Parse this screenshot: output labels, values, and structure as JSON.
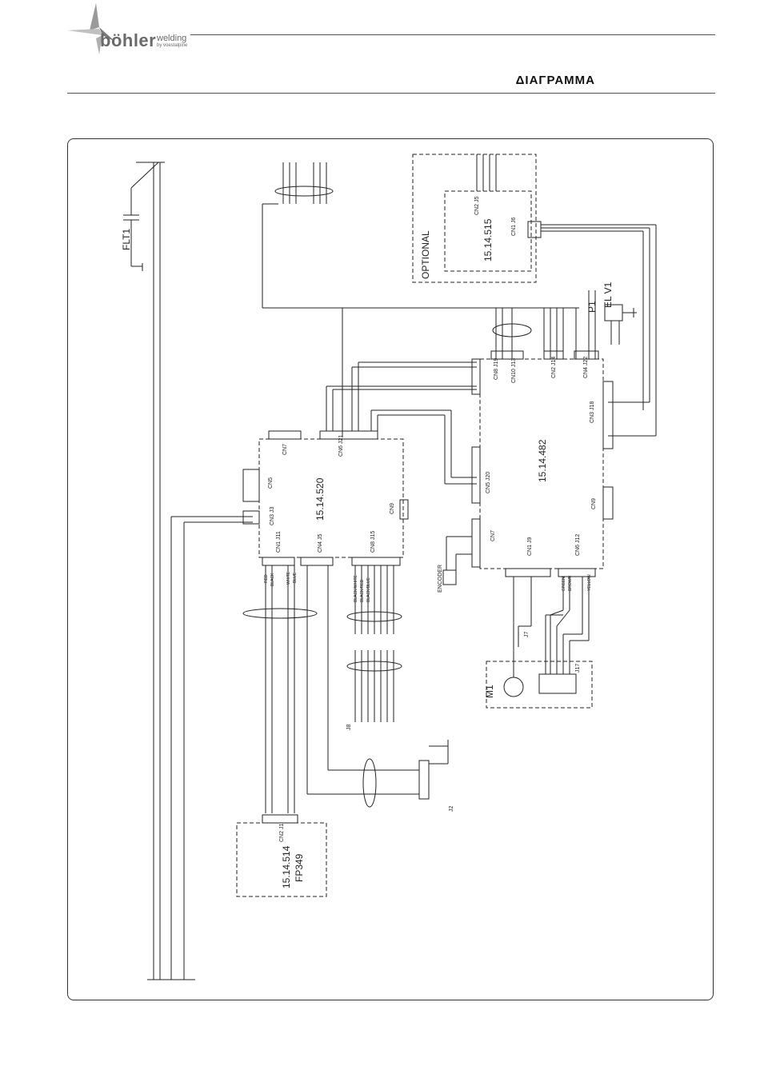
{
  "header": {
    "brand": "böhler",
    "brand_suffix": "welding",
    "brand_tagline": "by voestalpine",
    "section_title": "ΔΙΑΓΡΑΜΜΑ"
  },
  "diagram": {
    "boards": {
      "b515": "15.14.515",
      "optional": "OPTIONAL",
      "b520": "15.14.520",
      "b482": "15.14.482",
      "b514": "15.14.514",
      "fp349": "FP349",
      "m1": "M1",
      "flt1": "FLT1",
      "ev1": "EL V1",
      "p1": "P1"
    },
    "connectors": {
      "cn1_515": "CN1 J6",
      "cn2_515": "CN2 J5",
      "cn7_520": "CN7",
      "cn6_520": "CN6 J21",
      "cn5_520": "CN5",
      "cn3_520": "CN3 J3",
      "cn9_520": "CN9",
      "cn1_520": "CN1 J11",
      "cn4_520": "CN4 J5",
      "cn8_520": "CN8 J15",
      "cn8_482": "CN8 J19",
      "cn10_482": "CN10 J13",
      "cn2_482": "CN2 J14",
      "cn4_482": "CN4 J22",
      "cn3_482": "CN3 J18",
      "cn5_482": "CN5 J20",
      "cn9_482": "CN9",
      "cn7_482": "CN7",
      "cn1_482": "CN1 J9",
      "cn6_482": "CN6 J12",
      "j17": "J17",
      "j7": "J7",
      "j8": "J8",
      "j2": "J2",
      "cn2_514": "CN2 J1",
      "encoder": "ENCODER"
    },
    "wire_colors": {
      "red": "RED",
      "black": "BLACK",
      "white": "WHITE",
      "blue": "BLUE",
      "yellow": "YELLOW",
      "green": "GREEN",
      "brown": "BROWN",
      "black_white": "BLACK/WHITE",
      "black_blue": "BLACK/BLUE",
      "black_red": "BLACK/RED"
    }
  }
}
